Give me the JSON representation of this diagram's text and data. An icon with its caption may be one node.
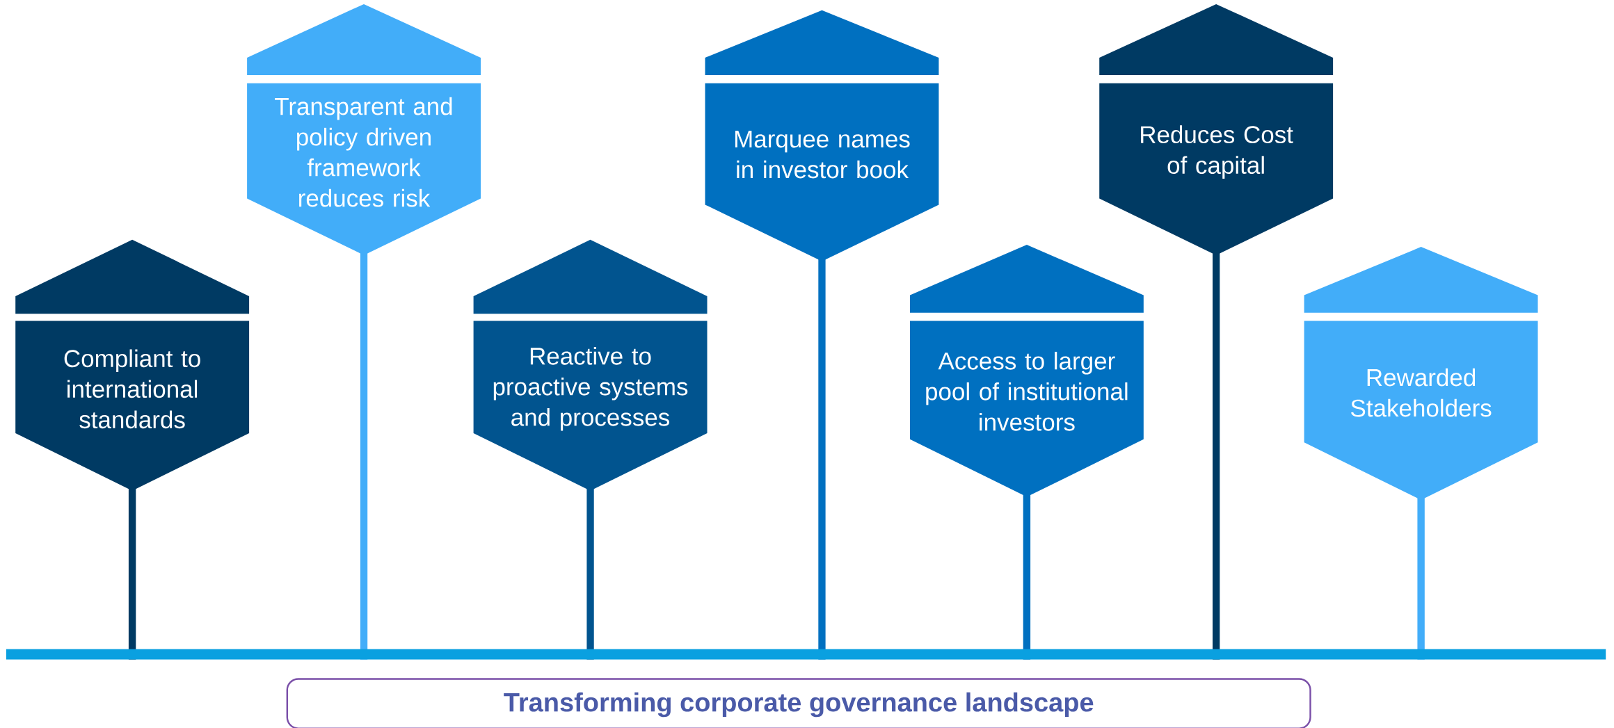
{
  "diagram": {
    "caption": "Transforming corporate governance landscape",
    "nodes": [
      {
        "text": [
          "Compliant to international standards"
        ]
      },
      {
        "text": [
          "Transparent and policy driven framework reduces risk"
        ]
      },
      {
        "text": [
          "Reactive to proactive systems and processes"
        ]
      },
      {
        "text": [
          "Marquee names in investor book"
        ]
      },
      {
        "text": [
          "Access to larger pool of institutional investors"
        ]
      },
      {
        "text": [
          "Reduces Cost of capital"
        ]
      },
      {
        "text": [
          "Rewarded Stakeholders"
        ]
      }
    ]
  }
}
